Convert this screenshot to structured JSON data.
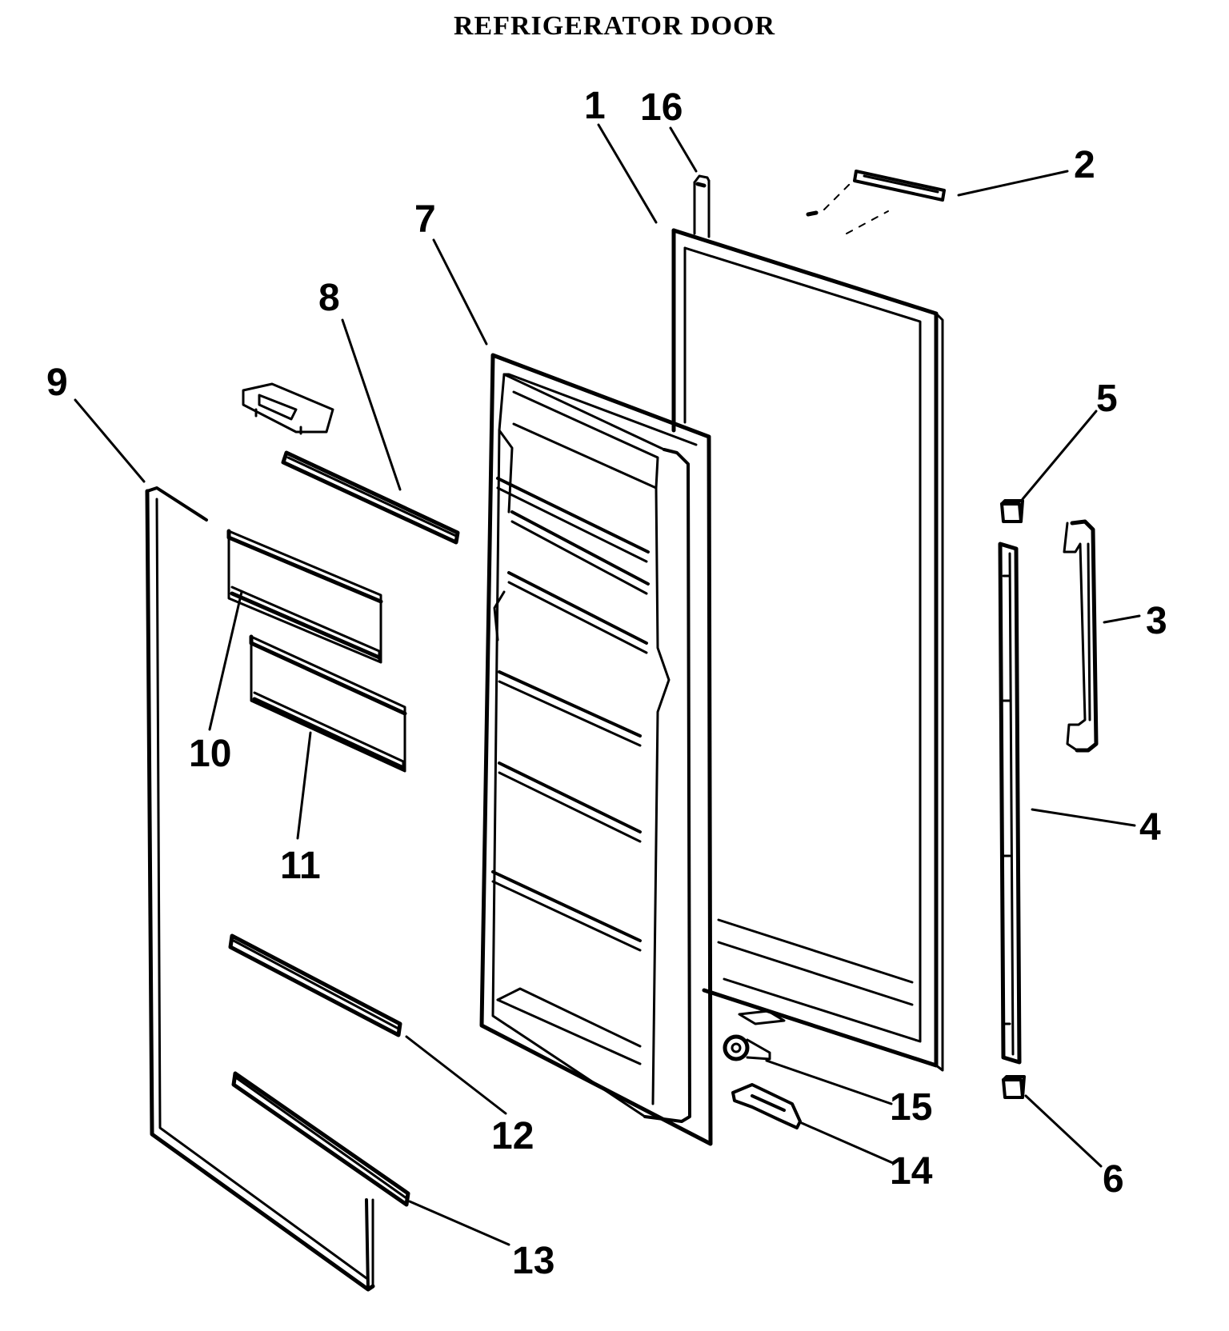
{
  "title": "REFRIGERATOR DOOR",
  "callouts": [
    {
      "id": "1",
      "label": "1"
    },
    {
      "id": "2",
      "label": "2"
    },
    {
      "id": "3",
      "label": "3"
    },
    {
      "id": "4",
      "label": "4"
    },
    {
      "id": "5",
      "label": "5"
    },
    {
      "id": "6",
      "label": "6"
    },
    {
      "id": "7",
      "label": "7"
    },
    {
      "id": "8",
      "label": "8"
    },
    {
      "id": "9",
      "label": "9"
    },
    {
      "id": "10",
      "label": "10"
    },
    {
      "id": "11",
      "label": "11"
    },
    {
      "id": "12",
      "label": "12"
    },
    {
      "id": "13",
      "label": "13"
    },
    {
      "id": "14",
      "label": "14"
    },
    {
      "id": "15",
      "label": "15"
    },
    {
      "id": "16",
      "label": "16"
    }
  ]
}
